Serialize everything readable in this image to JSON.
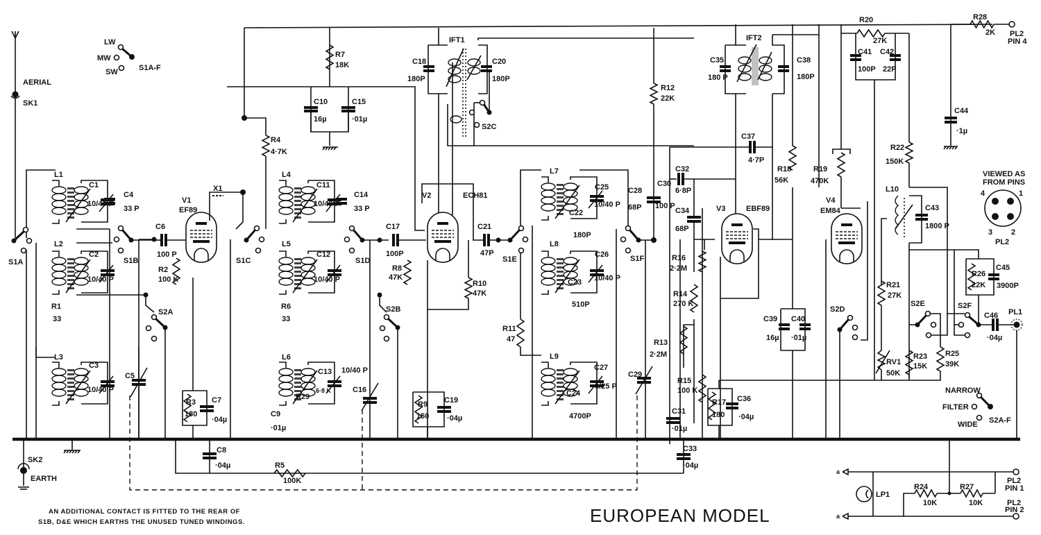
{
  "title": "EUROPEAN MODEL",
  "note": {
    "line1": "AN ADDITIONAL CONTACT IS FITTED TO THE REAR OF",
    "line2": "S1B, D&E WHICH EARTHS THE UNUSED TUNED WINDINGS."
  },
  "band_switch": {
    "label": "S1A-F",
    "positions": [
      "LW",
      "MW",
      "SW"
    ]
  },
  "filter_switch": {
    "label": "S2A-F",
    "positions": [
      "NARROW",
      "FILTER",
      "WIDE"
    ]
  },
  "aerial": {
    "label": "AERIAL",
    "socket": "SK1"
  },
  "earth": {
    "label": "EARTH",
    "socket": "SK2"
  },
  "plug_view": {
    "caption1": "VIEWED AS",
    "caption2": "FROM PINS",
    "name": "PL2",
    "pins": [
      "4",
      "1",
      "3",
      "2"
    ]
  },
  "valves": [
    {
      "ref": "V1",
      "type": "EF89"
    },
    {
      "ref": "V2",
      "type": "ECH81"
    },
    {
      "ref": "V3",
      "type": "EBF89"
    },
    {
      "ref": "V4",
      "type": "EM84"
    }
  ],
  "crystal": {
    "ref": "X1"
  },
  "switches": [
    "S1A",
    "S1B",
    "S1C",
    "S1D",
    "S1E",
    "S1F",
    "S2A",
    "S2B",
    "S2C",
    "S2D",
    "S2E",
    "S2F"
  ],
  "transformers": [
    "IFT1",
    "IFT2"
  ],
  "coils": [
    "L1",
    "L2",
    "L3",
    "L4",
    "L5",
    "L6",
    "L7",
    "L8",
    "L9",
    "L10"
  ],
  "resistors": [
    {
      "ref": "R1",
      "value": "33"
    },
    {
      "ref": "R2",
      "value": "100 K"
    },
    {
      "ref": "R3",
      "value": "180"
    },
    {
      "ref": "R4",
      "value": "4·7K"
    },
    {
      "ref": "R5",
      "value": "100K"
    },
    {
      "ref": "R6",
      "value": "33"
    },
    {
      "ref": "R7",
      "value": "18K"
    },
    {
      "ref": "R8",
      "value": "47K"
    },
    {
      "ref": "R9",
      "value": "150"
    },
    {
      "ref": "R10",
      "value": "47K"
    },
    {
      "ref": "R11",
      "value": "47"
    },
    {
      "ref": "R12",
      "value": "22K"
    },
    {
      "ref": "R13",
      "value": "2·2M"
    },
    {
      "ref": "R14",
      "value": "270 K"
    },
    {
      "ref": "R15",
      "value": "100 K"
    },
    {
      "ref": "R16",
      "value": "2·2M"
    },
    {
      "ref": "R17",
      "value": "180"
    },
    {
      "ref": "R18",
      "value": "56K"
    },
    {
      "ref": "R19",
      "value": "470K"
    },
    {
      "ref": "R20",
      "value": "27K"
    },
    {
      "ref": "R21",
      "value": "27K"
    },
    {
      "ref": "R22",
      "value": "150K"
    },
    {
      "ref": "R23",
      "value": "15K"
    },
    {
      "ref": "R24",
      "value": "10K"
    },
    {
      "ref": "R25",
      "value": "39K"
    },
    {
      "ref": "R26",
      "value": "22K"
    },
    {
      "ref": "R27",
      "value": "10K"
    },
    {
      "ref": "R28",
      "value": "2K"
    },
    {
      "ref": "R29",
      "value": "6·8 K"
    },
    {
      "ref": "RV1",
      "value": "50K"
    }
  ],
  "capacitors": [
    {
      "ref": "C1",
      "value": "10/40 P"
    },
    {
      "ref": "C2",
      "value": "10/40 P"
    },
    {
      "ref": "C3",
      "value": "10/40 P"
    },
    {
      "ref": "C4",
      "value": "33 P"
    },
    {
      "ref": "C5",
      "value": ""
    },
    {
      "ref": "C6",
      "value": "100 P"
    },
    {
      "ref": "C7",
      "value": "·04µ"
    },
    {
      "ref": "C8",
      "value": "·04µ"
    },
    {
      "ref": "C9",
      "value": "·01µ"
    },
    {
      "ref": "C10",
      "value": "16µ"
    },
    {
      "ref": "C11",
      "value": "10/40 P"
    },
    {
      "ref": "C12",
      "value": "10/40 P"
    },
    {
      "ref": "C13",
      "value": "10/40 P"
    },
    {
      "ref": "C14",
      "value": "33 P"
    },
    {
      "ref": "C15",
      "value": "·01µ"
    },
    {
      "ref": "C16",
      "value": ""
    },
    {
      "ref": "C17",
      "value": "100P"
    },
    {
      "ref": "C18",
      "value": "180P"
    },
    {
      "ref": "C19",
      "value": "·04µ"
    },
    {
      "ref": "C20",
      "value": "180P"
    },
    {
      "ref": "C21",
      "value": "47P"
    },
    {
      "ref": "C22",
      "value": "180P"
    },
    {
      "ref": "C23",
      "value": "510P"
    },
    {
      "ref": "C24",
      "value": "4700P"
    },
    {
      "ref": "C25",
      "value": "10/40 P"
    },
    {
      "ref": "C26",
      "value": "10/40 P"
    },
    {
      "ref": "C27",
      "value": "6/25 P"
    },
    {
      "ref": "C28",
      "value": "68P"
    },
    {
      "ref": "C29",
      "value": ""
    },
    {
      "ref": "C30",
      "value": "100 P"
    },
    {
      "ref": "C31",
      "value": "·01µ"
    },
    {
      "ref": "C32",
      "value": "6·8P"
    },
    {
      "ref": "C33",
      "value": "·04µ"
    },
    {
      "ref": "C34",
      "value": "68P"
    },
    {
      "ref": "C35",
      "value": "180 P"
    },
    {
      "ref": "C36",
      "value": "·04µ"
    },
    {
      "ref": "C37",
      "value": "4·7P"
    },
    {
      "ref": "C38",
      "value": "180P"
    },
    {
      "ref": "C39",
      "value": "16µ"
    },
    {
      "ref": "C40",
      "value": "·01µ"
    },
    {
      "ref": "C41",
      "value": "100P"
    },
    {
      "ref": "C42",
      "value": "22P"
    },
    {
      "ref": "C43",
      "value": "1800 P"
    },
    {
      "ref": "C44",
      "value": "·1µ"
    },
    {
      "ref": "C45",
      "value": "3900P"
    },
    {
      "ref": "C46",
      "value": "·04µ"
    }
  ],
  "lamp": {
    "ref": "LP1"
  },
  "connectors": {
    "pl1": "PL1",
    "pl2_pin4": [
      "PL2",
      "PIN 4"
    ],
    "pl2_pin1": [
      "PL2",
      "PIN 1"
    ],
    "pl2_pin2": [
      "PL2",
      "PIN 2"
    ],
    "heater_a": "a",
    "heater_b": "a"
  }
}
